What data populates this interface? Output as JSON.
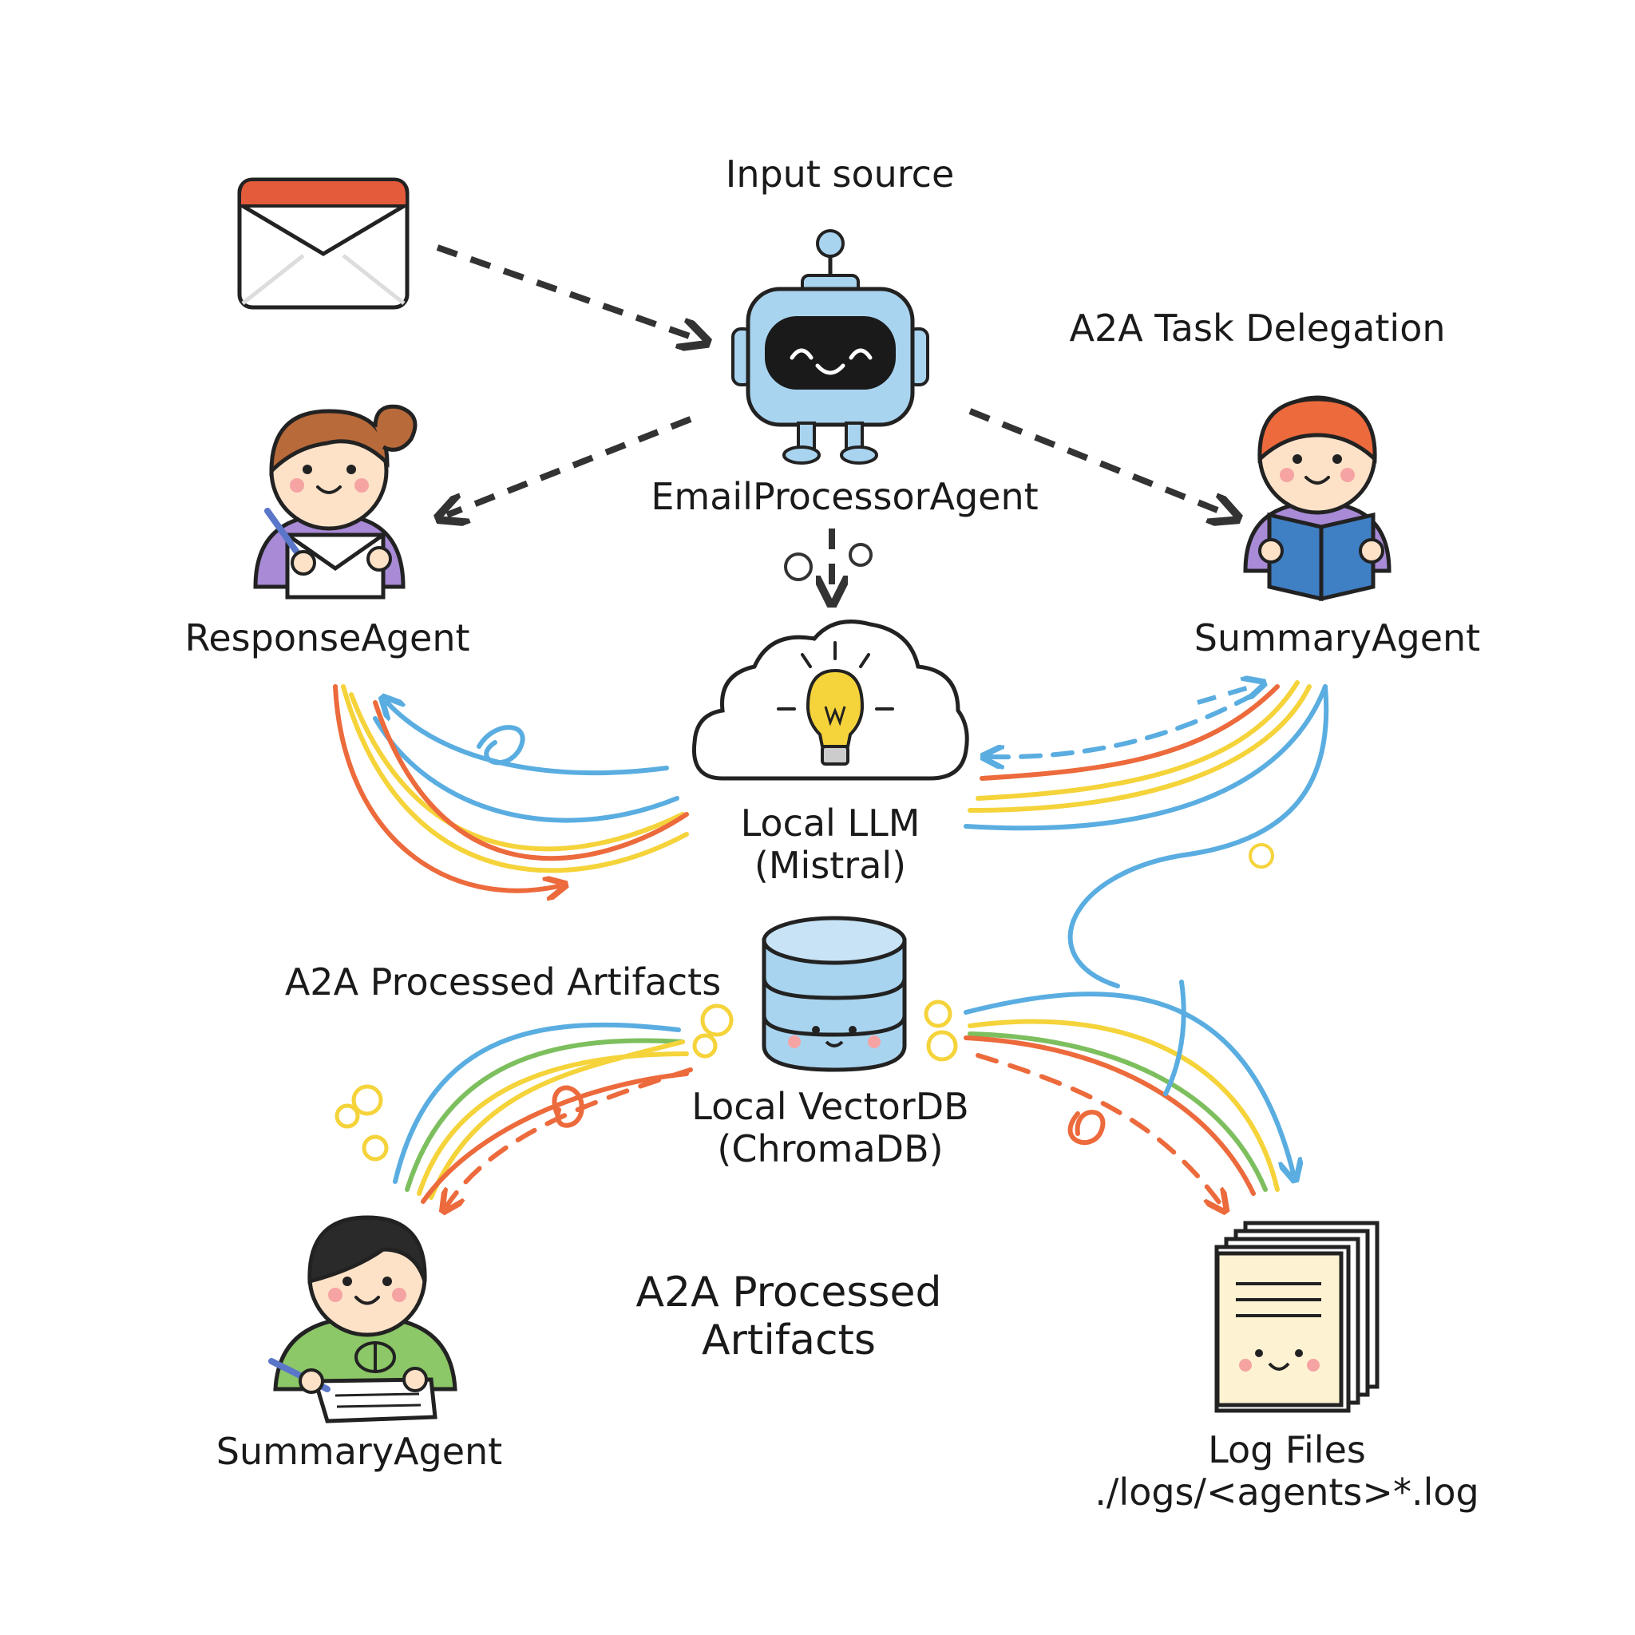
{
  "labels": {
    "input_source": "Input source",
    "task_delegation": "A2A Task Delegation",
    "email_processor": "EmailProcessorAgent",
    "response_agent": "ResponseAgent",
    "summary_agent_top": "SummaryAgent",
    "local_llm_line1": "Local LLM",
    "local_llm_line2": "(Mistral)",
    "processed_artifacts_left": "A2A Processed Artifacts",
    "vectordb_line1": "Local VectorDB",
    "vectordb_line2": "(ChromaDB)",
    "processed_artifacts_center_line1": "A2A Processed",
    "processed_artifacts_center_line2": "Artifacts",
    "summary_agent_bottom": "SummaryAgent",
    "log_files_line1": "Log Files",
    "log_files_line2": "./logs/<agents>*.log"
  },
  "icons": {
    "email": "envelope-icon",
    "robot": "robot-icon",
    "response_agent": "girl-writing-letter-icon",
    "summary_agent_top": "boy-reading-book-icon",
    "llm": "cloud-lightbulb-icon",
    "vectordb": "database-cylinder-icon",
    "summary_agent_bottom": "boy-writing-icon",
    "log_files": "log-file-stack-icon"
  },
  "colors": {
    "dashed_arrow": "#333333",
    "blue": "#5aade0",
    "yellow": "#f5d33a",
    "orange": "#ec6a3c",
    "green": "#7dbf5e",
    "robot_body": "#a9d4ef",
    "envelope_top": "#e35b3a"
  }
}
